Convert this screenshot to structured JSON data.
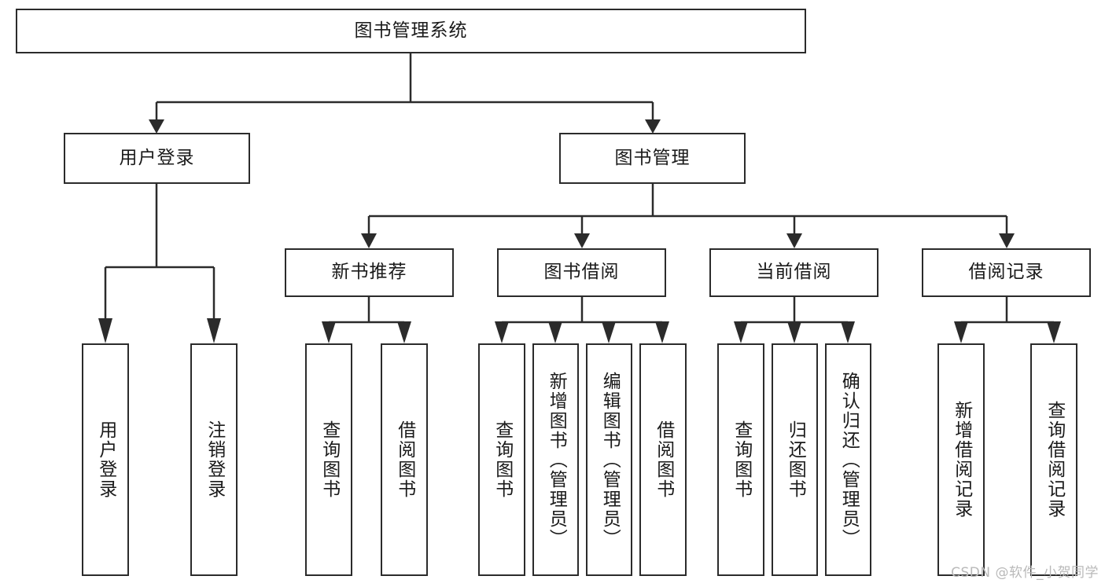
{
  "diagram": {
    "title": "图书管理系统",
    "type": "hierarchy-tree",
    "levels": 4,
    "line_color": "#2b2b2b",
    "box_fill": "#ffffff",
    "text_color": "#1a1a1a"
  },
  "root": {
    "label": "图书管理系统"
  },
  "level2": [
    {
      "label": "用户登录"
    },
    {
      "label": "图书管理"
    }
  ],
  "level3": [
    {
      "label": "新书推荐"
    },
    {
      "label": "图书借阅"
    },
    {
      "label": "当前借阅"
    },
    {
      "label": "借阅记录"
    }
  ],
  "leaves": {
    "user_login": [
      {
        "label": "用户登录"
      },
      {
        "label": "注销登录"
      }
    ],
    "new_book": [
      {
        "label": "查询图书"
      },
      {
        "label": "借阅图书"
      }
    ],
    "book_borrow": [
      {
        "label": "查询图书"
      },
      {
        "label": "新增图书（管理员）"
      },
      {
        "label": "编辑图书（管理员）"
      },
      {
        "label": "借阅图书"
      }
    ],
    "current_borrow": [
      {
        "label": "查询图书"
      },
      {
        "label": "归还图书"
      },
      {
        "label": "确认归还（管理员）"
      }
    ],
    "borrow_record": [
      {
        "label": "新增借阅记录"
      },
      {
        "label": "查询借阅记录"
      }
    ]
  },
  "watermark": {
    "text": "CSDN @软件_小贺同学"
  }
}
